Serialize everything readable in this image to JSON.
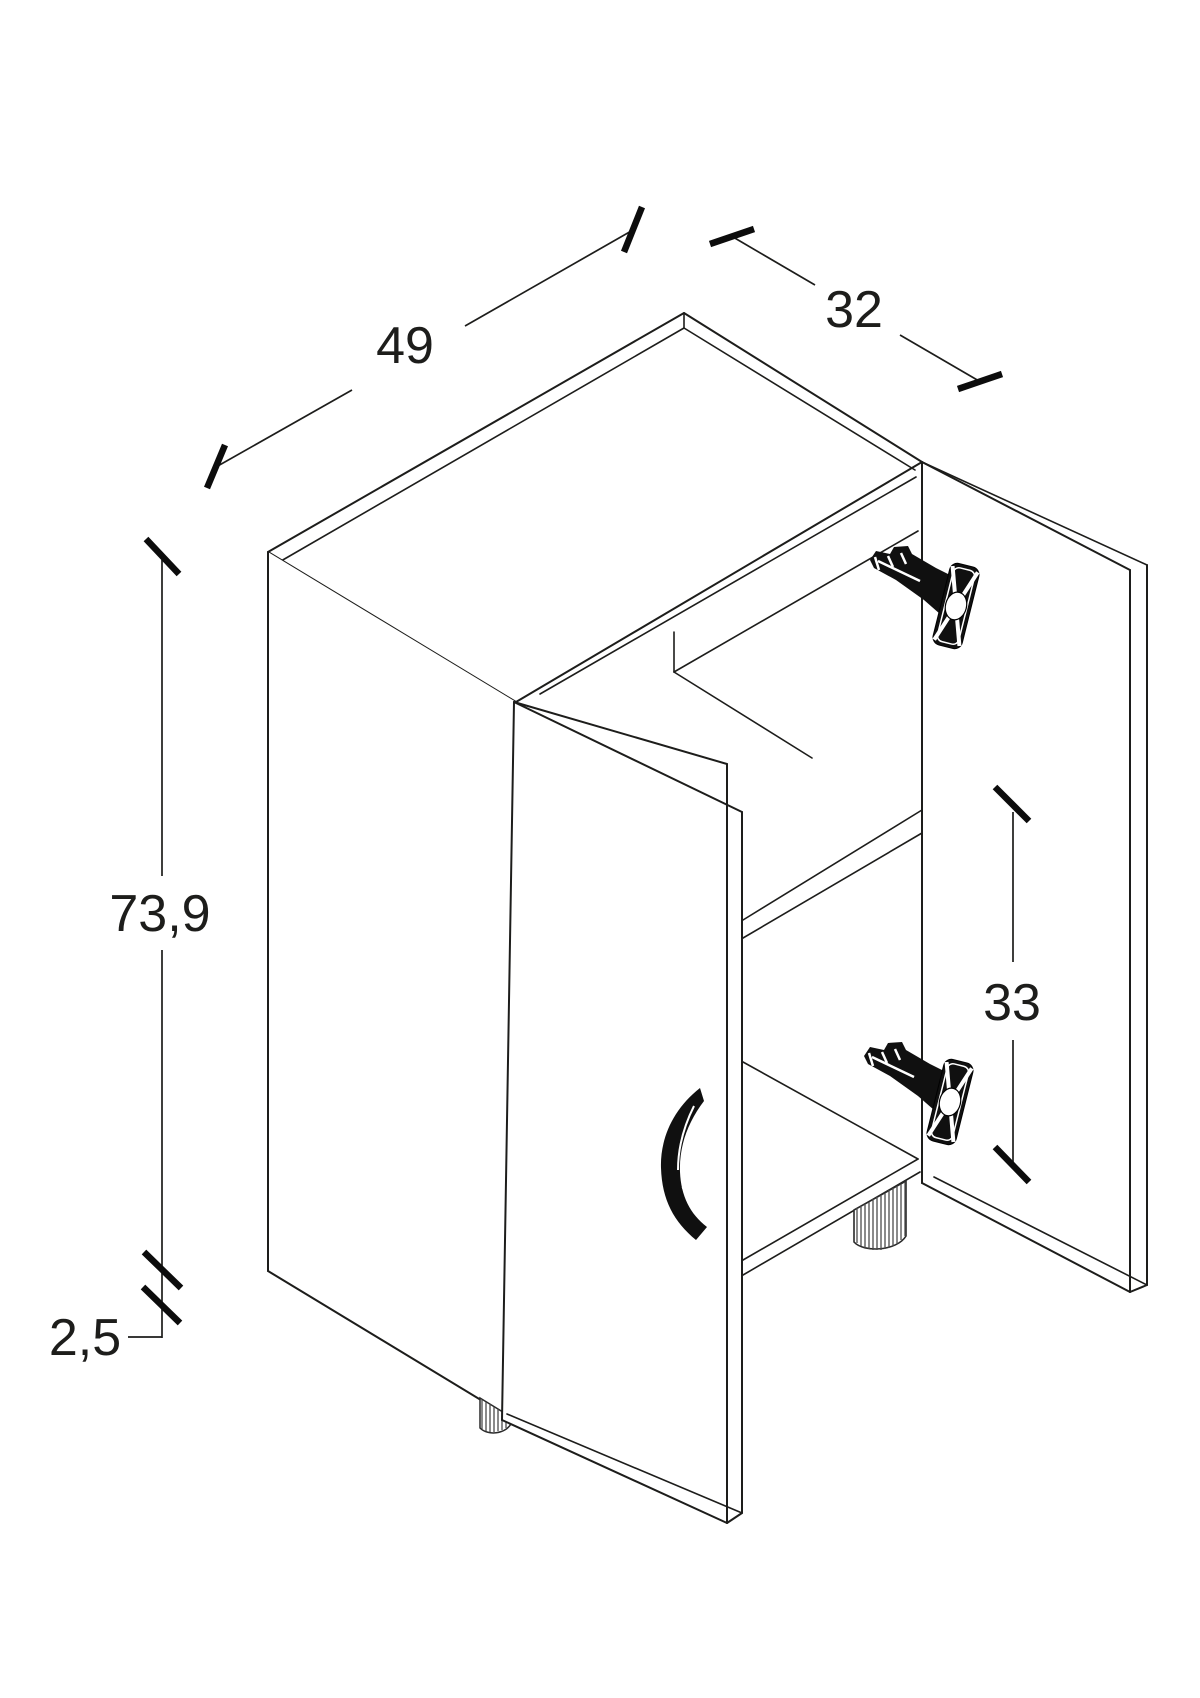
{
  "drawing": {
    "background": "#ffffff",
    "line_color": "#1d1d1b",
    "object": "two-door-cabinet-isometric-open",
    "parts": [
      "top-panel",
      "left-side-panel",
      "left-door",
      "door-handle",
      "right-door",
      "upper-shelf",
      "middle-shelf",
      "bottom-panel",
      "concealed-hinge-top",
      "concealed-hinge-bottom",
      "adjustable-foot-left",
      "adjustable-foot-right"
    ],
    "dimensions": {
      "width": {
        "label": "49",
        "value": 49
      },
      "depth": {
        "label": "32",
        "value": 32
      },
      "height": {
        "label": "73,9",
        "value": 73.9
      },
      "plinth_height": {
        "label": "2,5",
        "value": 2.5
      },
      "hinge_spacing": {
        "label": "33",
        "value": 33
      }
    }
  }
}
